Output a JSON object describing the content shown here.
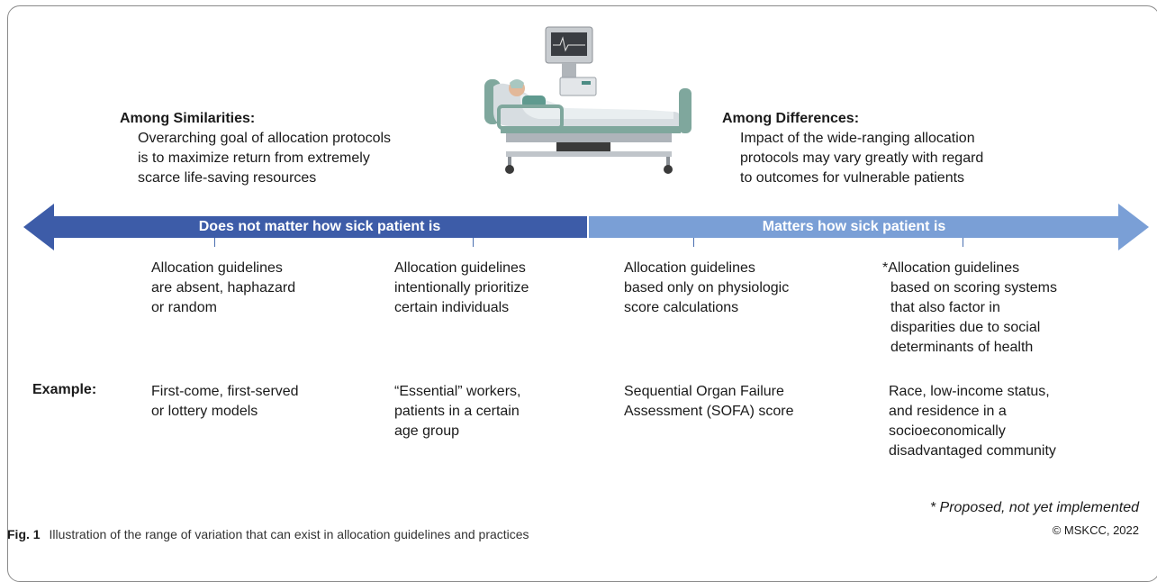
{
  "similarities": {
    "heading": "Among Similarities:",
    "lines": [
      "Overarching goal of allocation protocols",
      "is to maximize return from extremely",
      "scarce life-saving resources"
    ]
  },
  "differences": {
    "heading": "Among Differences:",
    "lines": [
      "Impact of the wide-ranging allocation",
      "protocols may vary greatly with regard",
      "to outcomes for vulnerable patients"
    ]
  },
  "arrow": {
    "left_label": "Does not matter how sick patient is",
    "right_label": "Matters how sick patient is",
    "left_color": "#3d5ca8",
    "right_color": "#7a9fd6"
  },
  "columns": [
    {
      "guideline": [
        "Allocation guidelines",
        "are absent, haphazard",
        "or random"
      ],
      "example": [
        "First-come, first-served",
        "or lottery models"
      ]
    },
    {
      "guideline": [
        "Allocation guidelines",
        "intentionally prioritize",
        "certain individuals"
      ],
      "example": [
        "“Essential” workers,",
        "patients in a certain",
        "age group"
      ]
    },
    {
      "guideline": [
        "Allocation guidelines",
        "based only on physiologic",
        "score calculations"
      ],
      "example": [
        "Sequential Organ Failure",
        "Assessment (SOFA) score"
      ]
    },
    {
      "guideline": [
        "*Allocation guidelines",
        "based on scoring systems",
        "that also factor in",
        "disparities due to social",
        "determinants of health"
      ],
      "example": [
        "Race, low-income status,",
        "and residence in a",
        "socioeconomically",
        "disadvantaged community"
      ]
    }
  ],
  "example_label": "Example:",
  "footnote": "* Proposed, not yet implemented",
  "copyright": "© MSKCC, 2022",
  "caption": {
    "label": "Fig. 1",
    "text": "Illustration of the range of variation that can exist in allocation guidelines and practices"
  }
}
